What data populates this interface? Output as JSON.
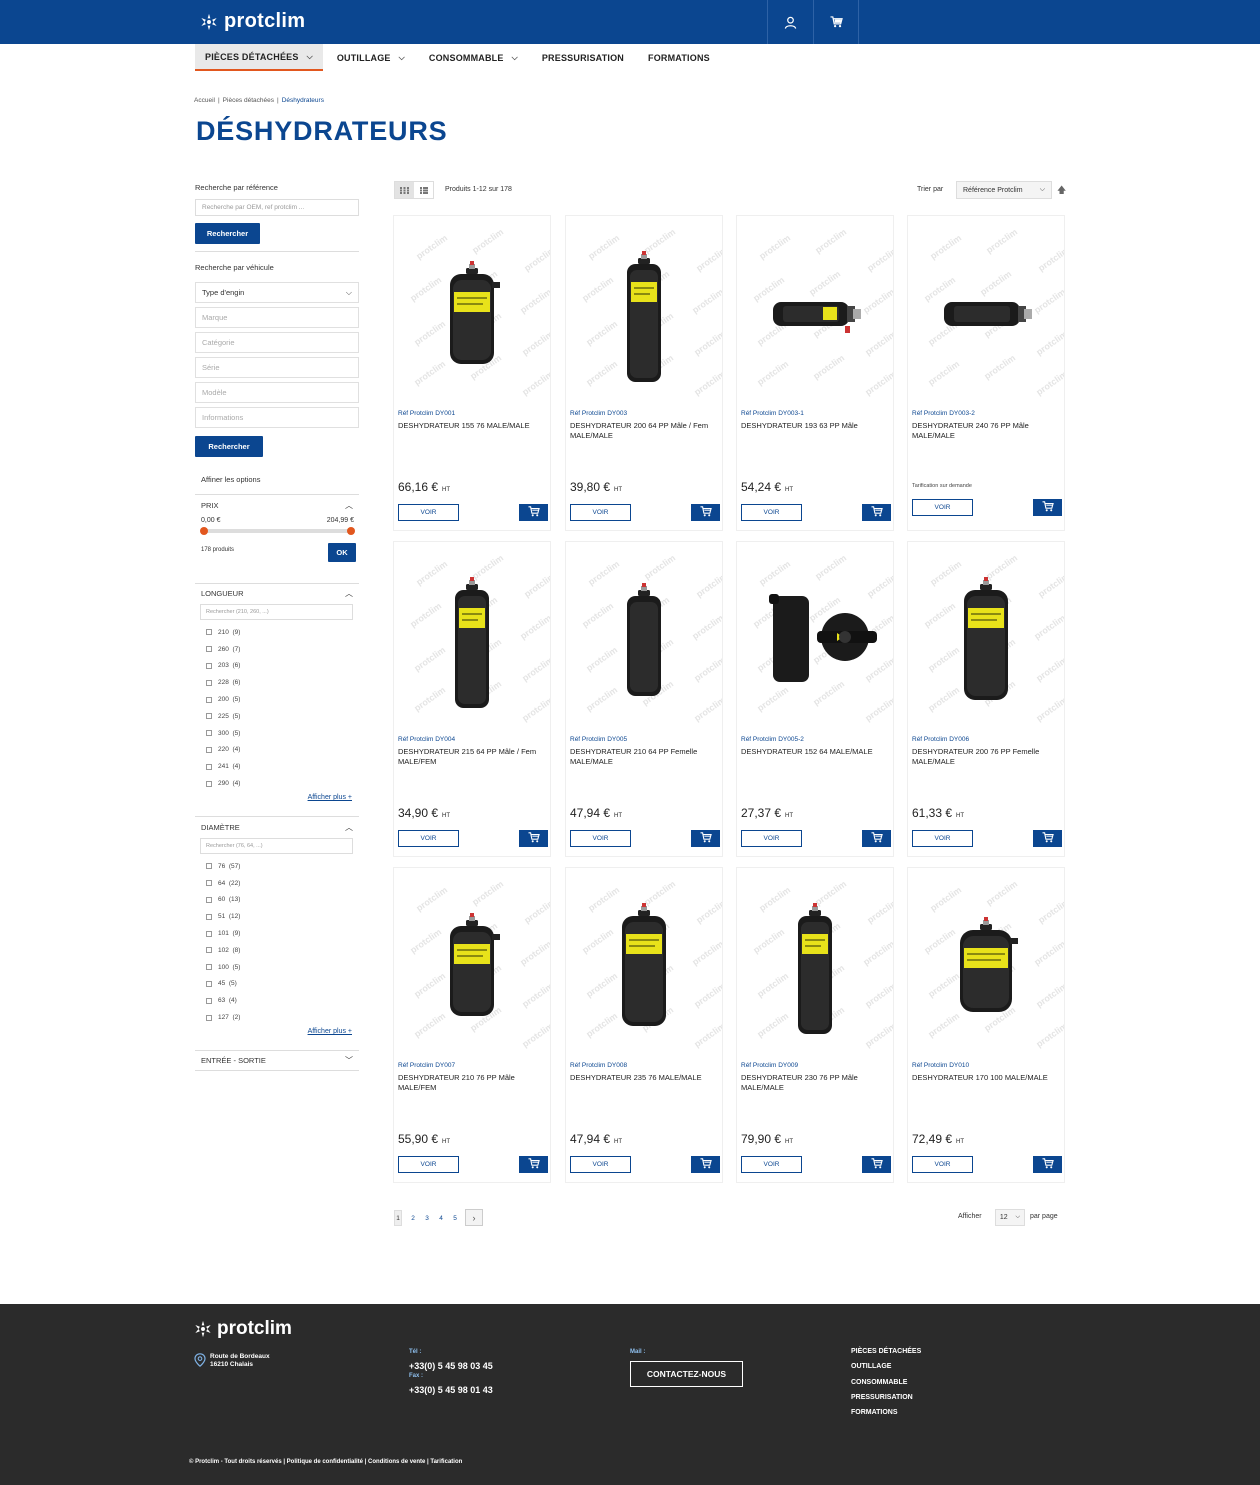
{
  "header": {
    "logo": "protclim",
    "nav": [
      {
        "label": "PIÈCES DÉTACHÉES",
        "dropdown": true,
        "active": true
      },
      {
        "label": "OUTILLAGE",
        "dropdown": true,
        "active": false
      },
      {
        "label": "CONSOMMABLE",
        "dropdown": true,
        "active": false
      },
      {
        "label": "PRESSURISATION",
        "dropdown": false,
        "active": false
      },
      {
        "label": "FORMATIONS",
        "dropdown": false,
        "active": false
      }
    ],
    "icons": [
      "user-icon",
      "cart-icon"
    ]
  },
  "breadcrumb": [
    "Accueil",
    "Pièces détachées",
    "Déshydrateurs"
  ],
  "title": "DÉSHYDRATEURS",
  "sidebar": {
    "ref_label": "Recherche par référence",
    "ref_placeholder": "Recherche par OEM, ref protclim ...",
    "search_btn": "Rechercher",
    "vehicle_label": "Recherche par véhicule",
    "vehicle_selects": [
      "Type d'engin",
      "Marque",
      "Catégorie",
      "Série",
      "Modèle",
      "Informations"
    ],
    "vehicle_btn": "Rechercher",
    "refine_label": "Affiner les options",
    "price": {
      "label": "PRIX",
      "min": "0,00 €",
      "max": "204,99 €",
      "count": "178 produits",
      "ok": "OK"
    },
    "longueur": {
      "label": "LONGUEUR",
      "placeholder": "Rechercher (210, 260, ...)",
      "options": [
        "210  (9)",
        "260  (7)",
        "203  (6)",
        "228  (6)",
        "200  (5)",
        "225  (5)",
        "300  (5)",
        "220  (4)",
        "241  (4)",
        "290  (4)"
      ],
      "more": "Afficher plus +"
    },
    "diametre": {
      "label": "DIAMÈTRE",
      "placeholder": "Rechercher (76, 64, ...)",
      "options": [
        "76  (57)",
        "64  (22)",
        "60  (13)",
        "51  (12)",
        "101  (9)",
        "102  (8)",
        "100  (5)",
        "45  (5)",
        "63  (4)",
        "127  (2)"
      ],
      "more": "Afficher plus +"
    },
    "entree": {
      "label": "ENTRÉE - SORTIE"
    }
  },
  "toolbar": {
    "count": "Produits 1-12 sur 178",
    "sort_label": "Trier par",
    "sort_value": "Référence Protclim"
  },
  "products": [
    {
      "ref": "Réf Protclim DY001",
      "name": "DESHYDRATEUR 155 76 MALE/MALE",
      "price": "66,16 €",
      "unit": "HT",
      "shape": "short"
    },
    {
      "ref": "Réf Protclim DY003",
      "name": "DESHYDRATEUR 200 64 PP Mâle / Fem MALE/MALE",
      "price": "39,80 €",
      "unit": "HT",
      "shape": "tall"
    },
    {
      "ref": "Réf Protclim DY003-1",
      "name": "DESHYDRATEUR 193 63 PP Mâle",
      "price": "54,24 €",
      "unit": "HT",
      "shape": "horizontal"
    },
    {
      "ref": "Réf Protclim DY003-2",
      "name": "DESHYDRATEUR 240 76 PP Mâle MALE/MALE",
      "price": "",
      "unit": "",
      "demand": "Tarification sur demande",
      "shape": "horizontal2"
    },
    {
      "ref": "Réf Protclim DY004",
      "name": "DESHYDRATEUR 215 64 PP Mâle / Fem MALE/FEM",
      "price": "34,90 €",
      "unit": "HT",
      "shape": "tall"
    },
    {
      "ref": "Réf Protclim DY005",
      "name": "DESHYDRATEUR 210 64 PP Femelle MALE/MALE",
      "price": "47,94 €",
      "unit": "HT",
      "shape": "plain"
    },
    {
      "ref": "Réf Protclim DY005-2",
      "name": "DESHYDRATEUR 152 64 MALE/MALE",
      "price": "27,37 €",
      "unit": "HT",
      "shape": "double"
    },
    {
      "ref": "Réf Protclim DY006",
      "name": "DESHYDRATEUR 200 76 PP Femelle MALE/MALE",
      "price": "61,33 €",
      "unit": "HT",
      "shape": "wide"
    },
    {
      "ref": "Réf Protclim DY007",
      "name": "DESHYDRATEUR 210 76 PP Mâle MALE/FEM",
      "price": "55,90 €",
      "unit": "HT",
      "shape": "short"
    },
    {
      "ref": "Réf Protclim DY008",
      "name": "DESHYDRATEUR 235 76 MALE/MALE",
      "price": "47,94 €",
      "unit": "HT",
      "shape": "wide"
    },
    {
      "ref": "Réf Protclim DY009",
      "name": "DESHYDRATEUR 230 76 PP Mâle MALE/MALE",
      "price": "79,90 €",
      "unit": "HT",
      "shape": "tall"
    },
    {
      "ref": "Réf Protclim DY010",
      "name": "DESHYDRATEUR 170 100 MALE/MALE",
      "price": "72,49 €",
      "unit": "HT",
      "shape": "fat"
    }
  ],
  "product_btn": "VOIR",
  "watermark": "protclim",
  "pagination": {
    "pages": [
      "1",
      "2",
      "3",
      "4",
      "5"
    ],
    "current": "1",
    "show_label": "Afficher",
    "per_page": "12",
    "per_page_label": "par page"
  },
  "footer": {
    "logo": "protclim",
    "address_line1": "Route de Bordeaux",
    "address_line2": "16210 Chalais",
    "tel_label": "Tél :",
    "tel": "+33(0) 5 45 98 03 45",
    "fax_label": "Fax :",
    "fax": "+33(0) 5 45 98 01 43",
    "mail_label": "Mail :",
    "contact_btn": "CONTACTEZ-NOUS",
    "links": [
      "PIÈCES DÉTACHÉES",
      "OUTILLAGE",
      "CONSOMMABLE",
      "PRESSURISATION",
      "FORMATIONS"
    ],
    "legal": "© Protclim - Tout droits réservés | Politique de confidentialité | Conditions de vente | Tarification"
  },
  "colors": {
    "brand": "#0b4690",
    "accent": "#e2571e",
    "footer": "#2b2b2b"
  }
}
